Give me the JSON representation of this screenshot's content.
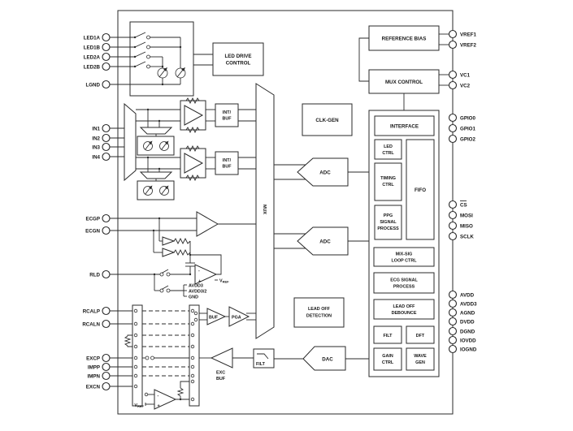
{
  "pins": {
    "left": [
      "LED1A",
      "LED1B",
      "LED2A",
      "LED2B",
      "LGND",
      "IN1",
      "IN2",
      "IN3",
      "IN4",
      "ECGP",
      "ECGN",
      "RLD",
      "RCALP",
      "RCALN",
      "EXCP",
      "IMPP",
      "IMPN",
      "EXCN"
    ],
    "right": [
      "VREF1",
      "VREF2",
      "VC1",
      "VC2",
      "GPIO0",
      "GPIO1",
      "GPIO2",
      "CS",
      "MOSI",
      "MISO",
      "SCLK",
      "AVDD",
      "AVDD3",
      "AGND",
      "DVDD",
      "DGND",
      "IOVDD",
      "IOGND"
    ]
  },
  "blocks": {
    "led_drive_control": [
      "LED DRIVE",
      "CONTROL"
    ],
    "reference_bias": "REFERENCE BIAS",
    "mux_control": "MUX CONTROL",
    "clk_gen": "CLK-GEN",
    "int_buf": [
      "INT/",
      "BUF"
    ],
    "adc": "ADC",
    "mux": "MUX",
    "interface": "INTERFACE",
    "led_ctrl": [
      "LED",
      "CTRL"
    ],
    "timing_ctrl": [
      "TIMING",
      "CTRL"
    ],
    "fifo": "FIFO",
    "ppg_signal_process": [
      "PPG",
      "SIGNAL",
      "PROCESS"
    ],
    "mix_sig_loop_ctrl": [
      "MIX-SIG",
      "LOOP CTRL"
    ],
    "ecg_signal_process": [
      "ECG SIGNAL",
      "PROCESS"
    ],
    "lead_off_debounce": [
      "LEAD OFF",
      "DEBOUNCE"
    ],
    "filt": "FILT",
    "dft": "DFT",
    "gain_ctrl": [
      "GAIN",
      "CTRL"
    ],
    "wave_gen": [
      "WAVE",
      "GEN"
    ],
    "lead_off_detection": [
      "LEAD OFF",
      "DETECTION"
    ],
    "dac": "DAC",
    "buf": "BUF",
    "pga": "PGA",
    "exc_buf": [
      "EXC",
      "BUF"
    ],
    "filt_small": "FILT"
  },
  "annotations": {
    "vref_v": "V",
    "vref_sub": "REF",
    "avdd3": "AVDD3",
    "avdd3_2": "AVDD3/2",
    "gnd": "GND"
  },
  "colors": {
    "line": "#2a2a2a",
    "background": "#ffffff"
  }
}
